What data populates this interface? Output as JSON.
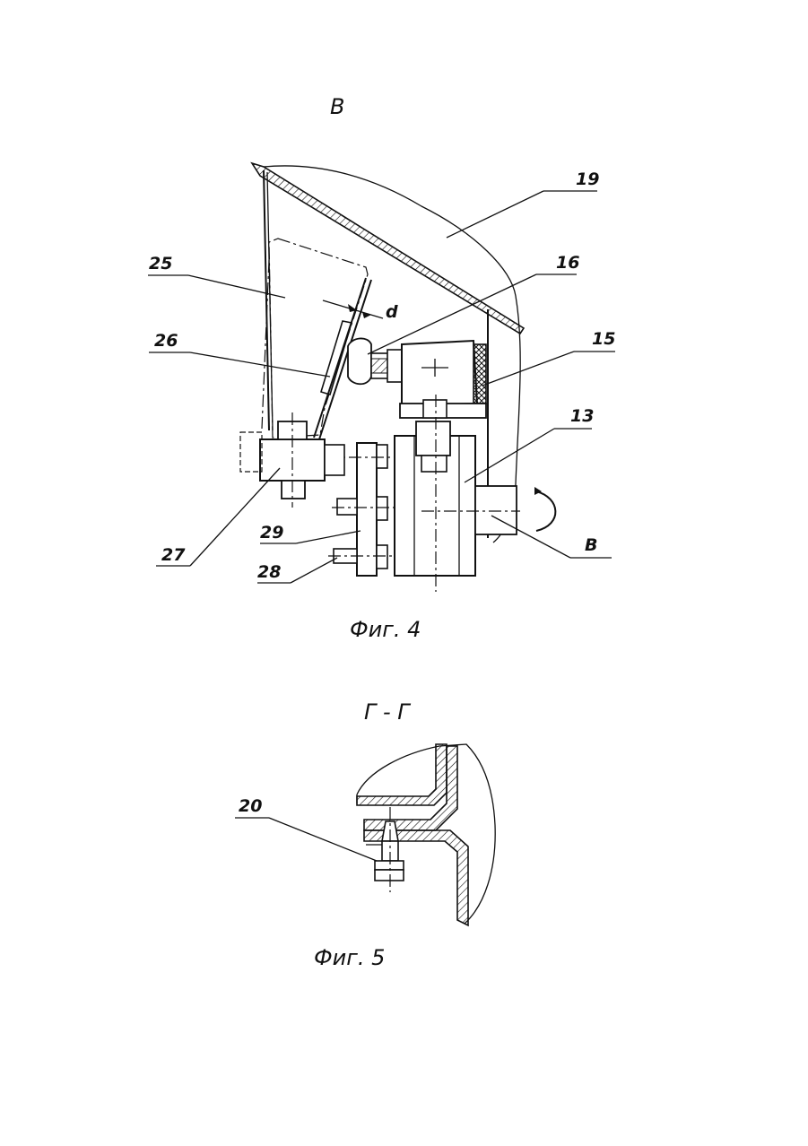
{
  "figure4": {
    "view_label": "В",
    "caption": "Фиг. 4",
    "labels": {
      "l19": "19",
      "l25": "25",
      "l16": "16",
      "l15": "15",
      "l26": "26",
      "d": "d",
      "l13": "13",
      "lB": "В",
      "l27": "27",
      "l29": "29",
      "l28": "28"
    }
  },
  "figure5": {
    "section_label": "Г - Г",
    "caption": "Фиг. 5",
    "labels": {
      "l20": "20"
    }
  }
}
